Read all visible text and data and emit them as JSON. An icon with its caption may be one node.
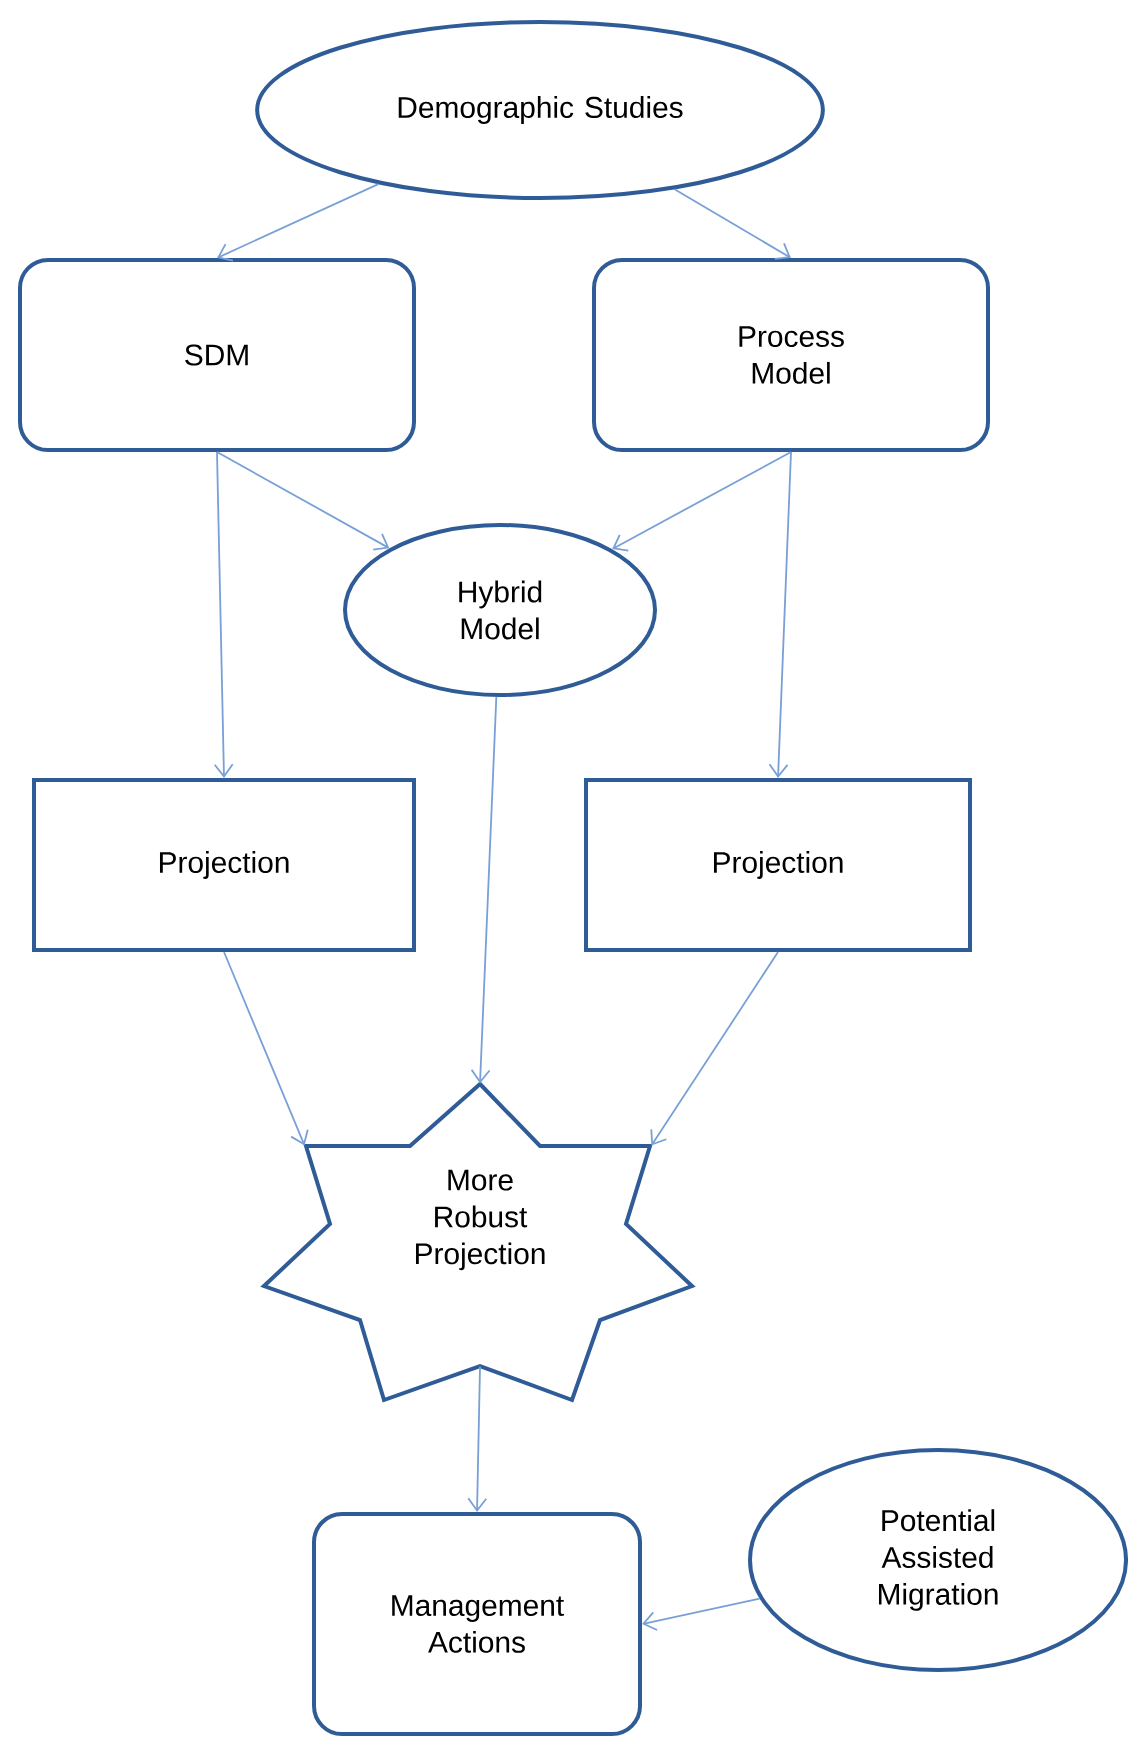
{
  "diagram": {
    "nodes": [
      {
        "text": [
          "Demographic Studies"
        ]
      },
      {
        "text": [
          "SDM"
        ]
      },
      {
        "text": [
          "Process Model"
        ]
      },
      {
        "text": [
          "Hybrid Model"
        ]
      },
      {
        "text": [
          "Projection"
        ]
      },
      {
        "text": [
          "Projection"
        ]
      },
      {
        "text": [
          "More Robust Projection"
        ]
      },
      {
        "text": [
          "Management Actions"
        ]
      },
      {
        "text": [
          "Potential Assisted Migration"
        ]
      }
    ],
    "edges": [
      {
        "from": 0,
        "to": 1,
        "arrow": "to"
      },
      {
        "from": 0,
        "to": 2,
        "arrow": "to"
      },
      {
        "from": 1,
        "to": 3,
        "arrow": "to"
      },
      {
        "from": 2,
        "to": 3,
        "arrow": "to"
      },
      {
        "from": 1,
        "to": 4,
        "arrow": "to"
      },
      {
        "from": 2,
        "to": 5,
        "arrow": "to"
      },
      {
        "from": 3,
        "to": 6,
        "arrow": "to"
      },
      {
        "from": 4,
        "to": 6,
        "arrow": "to"
      },
      {
        "from": 5,
        "to": 6,
        "arrow": "to"
      },
      {
        "from": 6,
        "to": 7,
        "arrow": "to"
      },
      {
        "from": 8,
        "to": 7,
        "arrow": "to"
      }
    ]
  }
}
